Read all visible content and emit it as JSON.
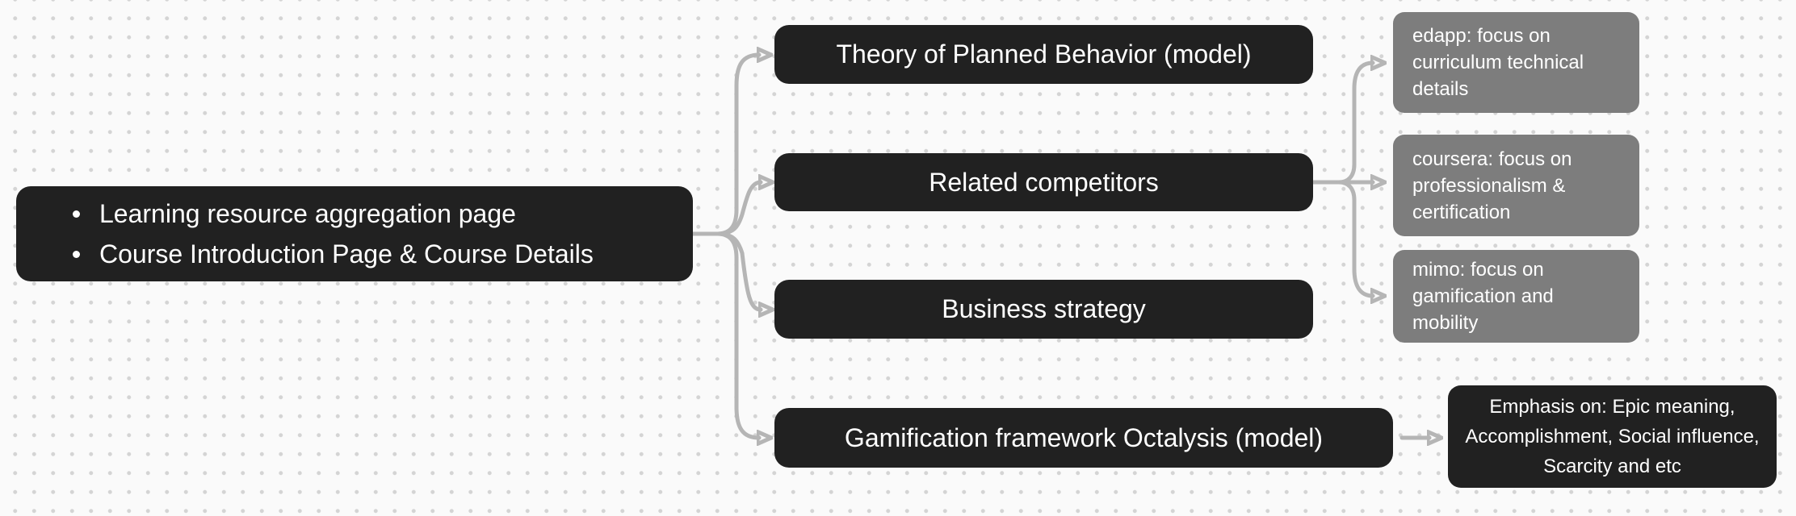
{
  "colors": {
    "canvas_background": "#fafafa",
    "dot_grid": "#d4d4d4",
    "connector": "#b5b5b5",
    "node_dark": "#212121",
    "node_gray": "#7d7d7d",
    "node_text": "#ffffff"
  },
  "root": {
    "bullets": [
      "Learning resource aggregation page",
      "Course Introduction Page & Course Details"
    ]
  },
  "level1": [
    {
      "label": "Theory of Planned Behavior (model)"
    },
    {
      "label": "Related competitors"
    },
    {
      "label": "Business strategy"
    },
    {
      "label": "Gamification framework Octalysis  (model)"
    }
  ],
  "competitors": [
    {
      "label": "edapp: focus on curriculum technical details"
    },
    {
      "label": "coursera: focus on professionalism & certification"
    },
    {
      "label": "mimo: focus on gamification and mobility"
    }
  ],
  "gamification_detail": {
    "label": "Emphasis on: Epic meaning, Accomplishment, Social influence, Scarcity and etc"
  }
}
